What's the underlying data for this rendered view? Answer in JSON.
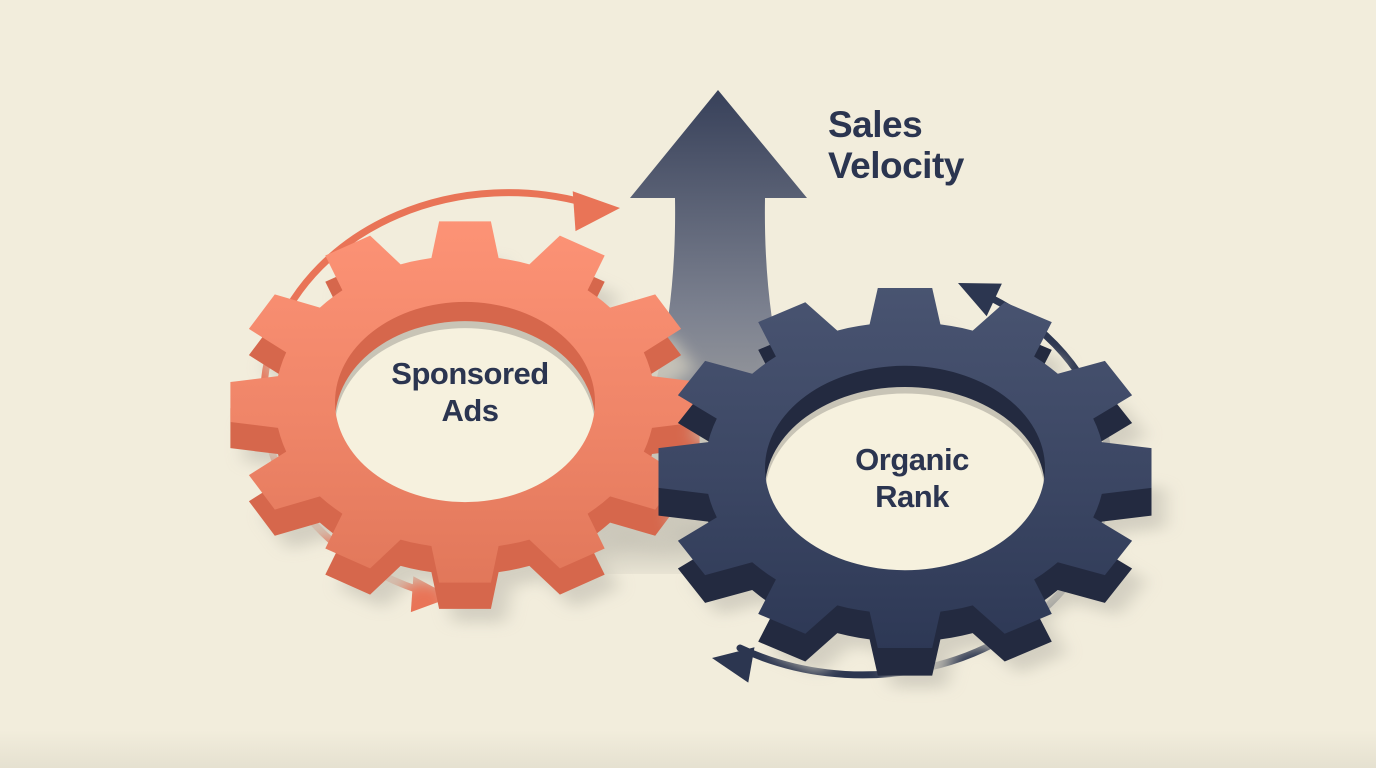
{
  "illustration": {
    "background_color": "#F2EDDC",
    "text_color": "#2B3550",
    "sales_arrow": {
      "label_line1": "Sales",
      "label_line2": "Velocity",
      "gradient_top": "#39425B",
      "gradient_mid": "#7D8290",
      "gradient_bottom": "#BDBAAE"
    },
    "gears": [
      {
        "id": "sponsored-ads",
        "label_line1": "Sponsored",
        "label_line2": "Ads",
        "top_color": "#EF8568",
        "side_color": "#D6674C",
        "arc_color": "#E97457"
      },
      {
        "id": "organic-rank",
        "label_line1": "Organic",
        "label_line2": "Rank",
        "top_color": "#3B4663",
        "side_color": "#232A40",
        "arc_color": "#2C3650"
      }
    ],
    "hole_floor_color": "#F6F1DE",
    "hole_shadow_color": "#C8C4B6",
    "drop_shadow_color": "#CFCBBD"
  }
}
